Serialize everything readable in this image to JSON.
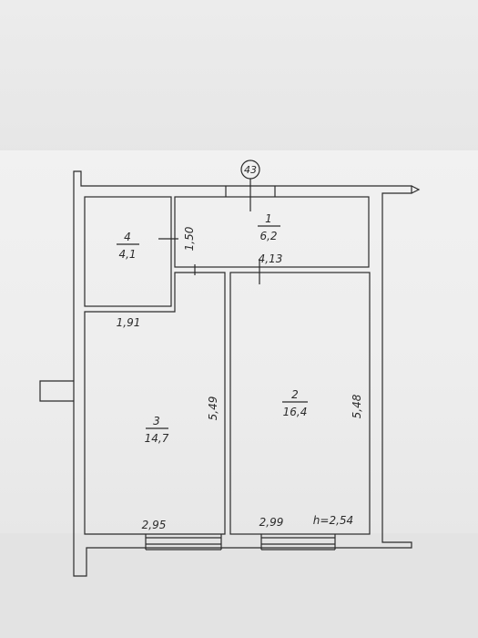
{
  "axis_marker": "43",
  "rooms": [
    {
      "number": "1",
      "area": "6,2"
    },
    {
      "number": "2",
      "area": "16,4"
    },
    {
      "number": "3",
      "area": "14,7"
    },
    {
      "number": "4",
      "area": "4,1"
    }
  ],
  "dimensions": {
    "room4_height": "1,50",
    "room1_width": "4,13",
    "room3_top_width": "1,91",
    "room3_height": "5,49",
    "room2_height": "5,48",
    "room3_bottom_width": "2,95",
    "room2_bottom_width": "2,99",
    "ceiling_height": "h=2,54"
  },
  "colors": {
    "line": "#2b2b2b",
    "paper": "#efefef"
  }
}
